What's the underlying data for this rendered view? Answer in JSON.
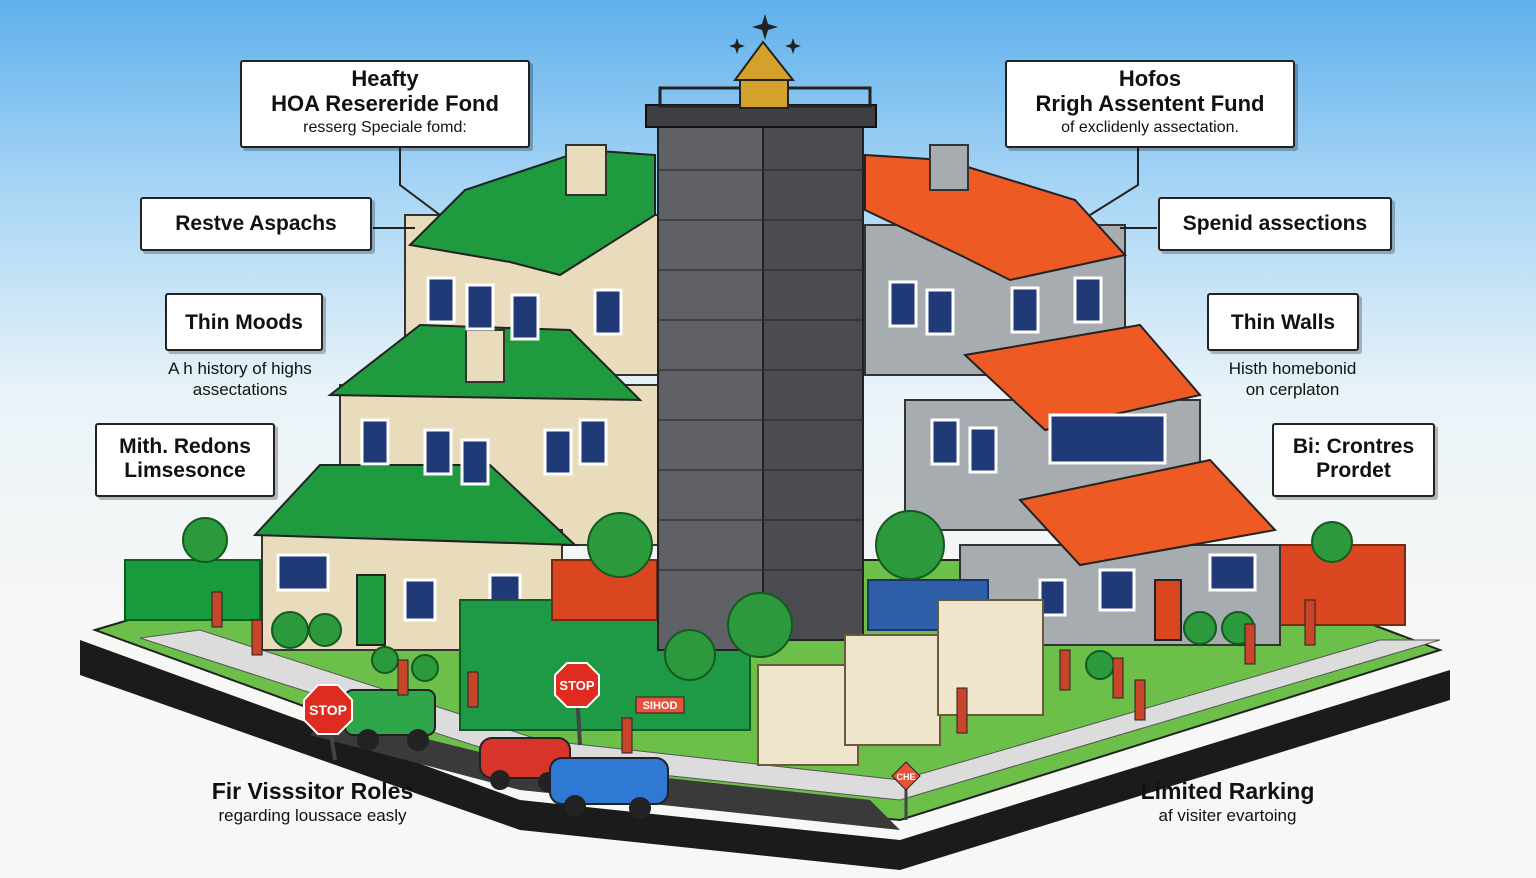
{
  "labels": {
    "top_left": {
      "line1": "Heafty",
      "line2": "HOA Resereride Fond",
      "line3": "resserg Speciale fomd:"
    },
    "top_right": {
      "line1": "Hofos",
      "line2": "Rrigh Assentent Fund",
      "line3": "of exclidenly assectation."
    },
    "restve": "Restve Aspachs",
    "spenid": "Spenid assections",
    "thin_moods": "Thin Moods",
    "thin_walls": "Thin Walls",
    "history": {
      "line1": "A h history of highs",
      "line2": "assectations"
    },
    "histh": {
      "line1": "Histh homebonid",
      "line2": "on cerplaton"
    },
    "mith": {
      "line1": "Mith. Redons",
      "line2": "Limsesonce"
    },
    "bi": {
      "line1": "Bi: Crontres",
      "line2": "Prordet"
    },
    "visitor": {
      "line1": "Fir Visssitor Roles",
      "line2": "regarding loussace easly"
    },
    "parking": {
      "line1": "Limited Rarking",
      "line2": "af  visiter evartoing"
    }
  },
  "signs": {
    "stop1": "STOP",
    "stop2": "STOP",
    "small": "SIHOD",
    "pole": "CHE"
  },
  "colors": {
    "green_roof": "#1f9a3f",
    "orange_roof": "#ee5a24",
    "tower": "#5f6166",
    "beige_wall": "#e8dcbc",
    "gray_wall": "#a7acb1"
  }
}
